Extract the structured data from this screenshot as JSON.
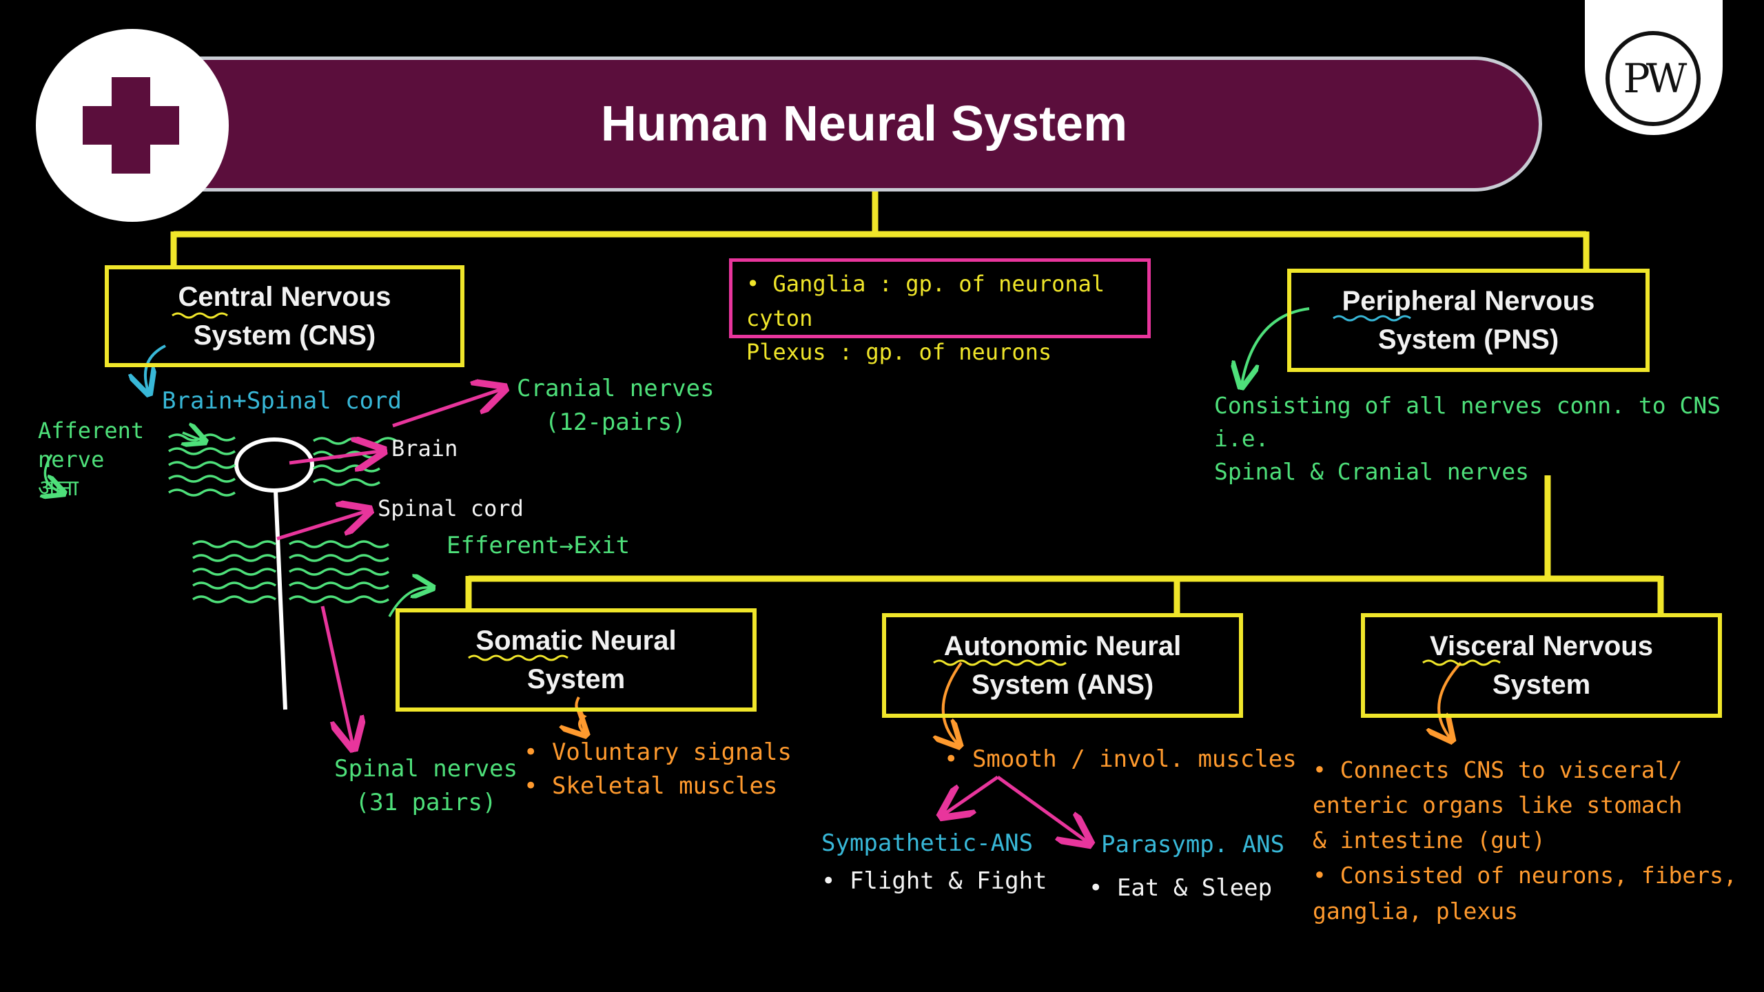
{
  "title": "Human Neural System",
  "logo": "PW",
  "colors": {
    "banner": "#5b0e3c",
    "box_border": "#f0e62a",
    "connector": "#f0e62a",
    "arrow": "#e8359c",
    "note_green": "#4ee07a",
    "note_blue": "#38b8d8",
    "note_orange": "#ff9a2e"
  },
  "icons": {
    "medical": "plus-cross-icon",
    "brand": "pw-logo-icon"
  },
  "cns": {
    "label": "Central Nervous\nSystem (CNS)",
    "desc": "Brain+Spinal cord",
    "afferent": "Afferent\nnerve\nआना",
    "cranial": "Cranial nerves\n(12-pairs)",
    "brain": "Brain",
    "spinal_cord": "Spinal cord",
    "efferent": "Efferent→Exit",
    "spinal_nerves": "Spinal nerves\n(31 pairs)"
  },
  "center_note": {
    "ganglia": "• Ganglia : gp. of neuronal cyton",
    "plexus": "  Plexus : gp. of neurons"
  },
  "pns": {
    "label": "Peripheral Nervous\nSystem (PNS)",
    "desc": "Consisting of all nerves conn. to CNS i.e.\n  Spinal & Cranial nerves"
  },
  "somatic": {
    "label": "Somatic Neural\nSystem",
    "points": "• Voluntary signals\n• Skeletal muscles"
  },
  "autonomic": {
    "label": "Autonomic Neural\nSystem (ANS)",
    "point": "• Smooth / invol. muscles",
    "sympathetic": "Sympathetic-ANS",
    "sympathetic_point": "• Flight & Fight",
    "parasympathetic": "Parasymp. ANS",
    "parasympathetic_point": "• Eat & Sleep"
  },
  "visceral": {
    "label": "Visceral Nervous\nSystem",
    "points": "• Connects CNS to visceral/\n  enteric organs like stomach\n  & intestine (gut)\n• Consisted of neurons, fibers,\n  ganglia, plexus"
  }
}
